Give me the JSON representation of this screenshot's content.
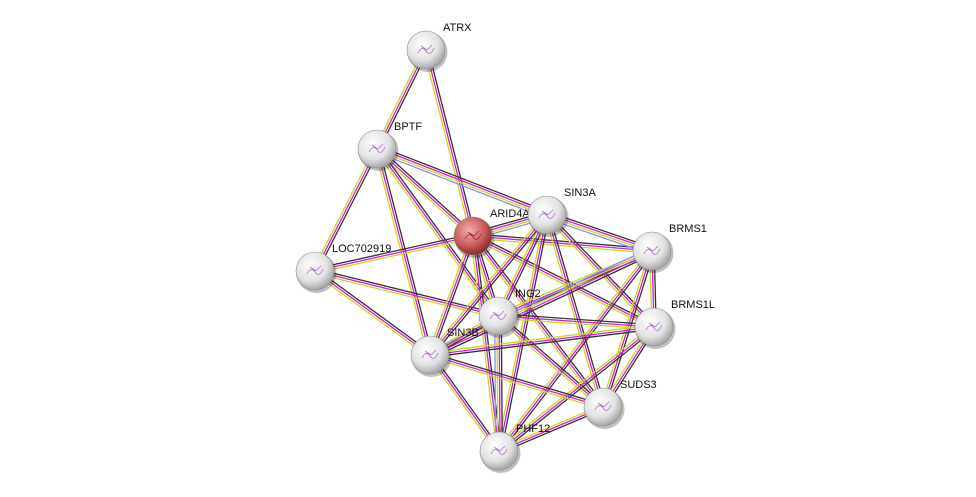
{
  "colors": {
    "coexpression": "#333333",
    "experiments": "#d21fd2",
    "textmining": "#c3dc1e",
    "homology": "#8c8cff",
    "query_node": "#c85050",
    "node": "#e6e6e6"
  },
  "query_node": "ARID4A",
  "nodes": [
    "ATRX",
    "BPTF",
    "ARID4A",
    "SIN3A",
    "BRMS1",
    "LOC702919",
    "ING2",
    "BRMS1L",
    "SIN3B",
    "SUDS3",
    "PHF12"
  ],
  "edges": [
    [
      "ATRX",
      "BPTF"
    ],
    [
      "ATRX",
      "ARID4A"
    ],
    [
      "BPTF",
      "ARID4A"
    ],
    [
      "BPTF",
      "SIN3A"
    ],
    [
      "BPTF",
      "LOC702919"
    ],
    [
      "BPTF",
      "SIN3B"
    ],
    [
      "BPTF",
      "ING2"
    ],
    [
      "LOC702919",
      "ARID4A"
    ],
    [
      "LOC702919",
      "ING2"
    ],
    [
      "LOC702919",
      "SIN3B"
    ],
    [
      "ARID4A",
      "SIN3A"
    ],
    [
      "ARID4A",
      "BRMS1"
    ],
    [
      "ARID4A",
      "ING2"
    ],
    [
      "ARID4A",
      "SIN3B"
    ],
    [
      "ARID4A",
      "BRMS1L"
    ],
    [
      "ARID4A",
      "SUDS3"
    ],
    [
      "ARID4A",
      "PHF12"
    ],
    [
      "SIN3A",
      "BRMS1"
    ],
    [
      "SIN3A",
      "ING2"
    ],
    [
      "SIN3A",
      "SIN3B"
    ],
    [
      "SIN3A",
      "BRMS1L"
    ],
    [
      "SIN3A",
      "SUDS3"
    ],
    [
      "SIN3A",
      "PHF12"
    ],
    [
      "BRMS1",
      "ING2"
    ],
    [
      "BRMS1",
      "SIN3B"
    ],
    [
      "BRMS1",
      "BRMS1L"
    ],
    [
      "BRMS1",
      "SUDS3"
    ],
    [
      "BRMS1",
      "PHF12"
    ],
    [
      "ING2",
      "BRMS1L"
    ],
    [
      "ING2",
      "SIN3B"
    ],
    [
      "ING2",
      "SUDS3"
    ],
    [
      "ING2",
      "PHF12"
    ],
    [
      "BRMS1L",
      "SIN3B"
    ],
    [
      "BRMS1L",
      "SUDS3"
    ],
    [
      "BRMS1L",
      "PHF12"
    ],
    [
      "SIN3B",
      "SUDS3"
    ],
    [
      "SIN3B",
      "PHF12"
    ],
    [
      "SUDS3",
      "PHF12"
    ]
  ]
}
